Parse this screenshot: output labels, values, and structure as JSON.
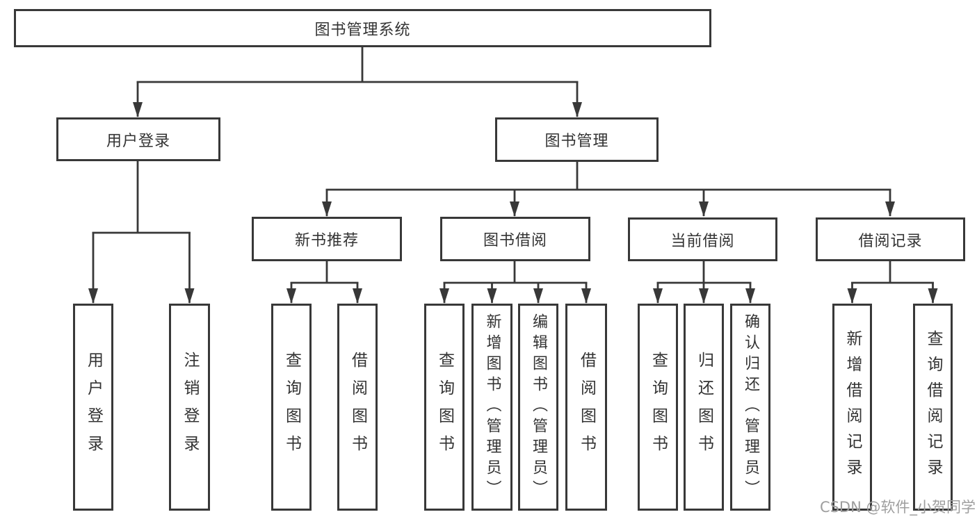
{
  "nodes": {
    "root": "图书管理系统",
    "user_login": "用户登录",
    "book_mgmt": "图书管理",
    "new_book_rec": "新书推荐",
    "book_borrow": "图书借阅",
    "current_borrow": "当前借阅",
    "borrow_records": "借阅记录",
    "leaf_user_login": "用户登录",
    "leaf_logout": "注销登录",
    "rec_query_book": "查询图书",
    "rec_borrow_book": "借阅图书",
    "bor_query_book": "查询图书",
    "bor_add_book": "新增图书（管理员）",
    "bor_edit_book": "编辑图书（管理员）",
    "bor_borrow_book": "借阅图书",
    "cur_query_book": "查询图书",
    "cur_return_book": "归还图书",
    "cur_confirm_return": "确认归还（管理员）",
    "rcd_add_record": "新增借阅记录",
    "rcd_query_record": "查询借阅记录"
  },
  "watermark": {
    "text": "CSDN @软件_小贺同学"
  },
  "colors": {
    "line": "#383838",
    "box_border": "#383838",
    "text": "#333333",
    "watermark": "#9e9e9e",
    "background": "#ffffff"
  }
}
